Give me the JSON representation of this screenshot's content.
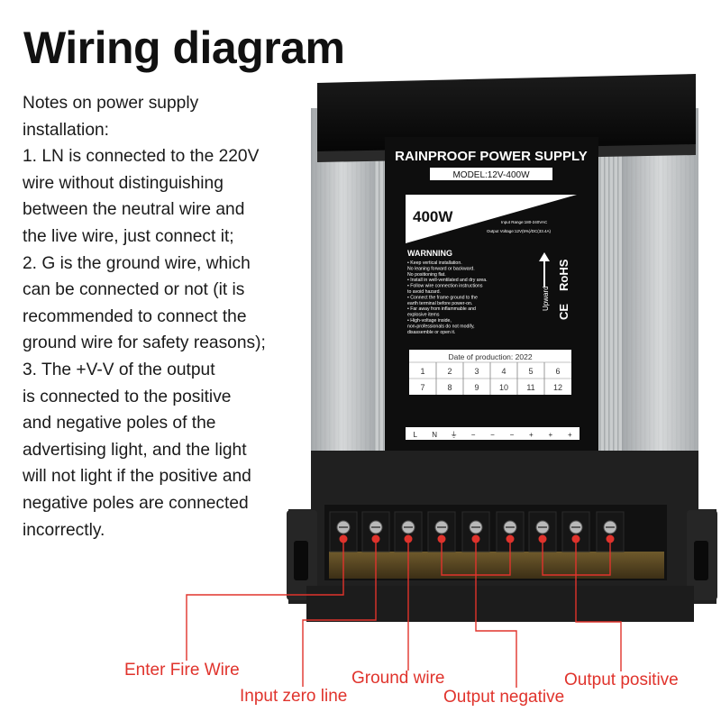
{
  "title": "Wiring diagram",
  "notes": [
    "Notes on power supply",
    "installation:",
    "1. LN is connected to the 220V",
    "wire without distinguishing",
    "between the neutral wire and",
    "the live wire, just connect it;",
    "2. G is the ground wire, which",
    "can be connected or not (it is",
    "recommended to connect the",
    "ground wire for safety reasons);",
    "3. The +V-V of the output",
    "is connected to the positive",
    "and negative poles of the",
    "advertising light, and the light",
    "will not light if the positive and",
    "negative poles are connected",
    "incorrectly."
  ],
  "device": {
    "heading": "RAINPROOF POWER SUPPLY",
    "model": "MODEL:12V-400W",
    "wattage": "400W",
    "input_range": "Input Range:180-240VAC",
    "output_voltage": "Output Voltage:12V(5%)/DC(33.4A)",
    "warning_title": "WARNNING",
    "warning_lines": [
      "• Keep vertical installation.",
      "  No leaning forward or backward.",
      "  No positioning flat.",
      "• Install in well-ventilated and dry area.",
      "• Follow wire connection instructions",
      "  to avoid hazard.",
      "• Connect the frame ground to the",
      "  earth terminal before power-on.",
      "• Far away from inflammable and",
      "  explosive items",
      "• High-voltage inside,",
      "  non-professionals do not modify,",
      "  disassemble or open it."
    ],
    "upward": "Upward",
    "rohs": "RoHS",
    "ce": "CE",
    "production_label": "Date of production: 2022",
    "months": [
      "1",
      "2",
      "3",
      "4",
      "5",
      "6",
      "7",
      "8",
      "9",
      "10",
      "11",
      "12"
    ],
    "terminals": [
      "L",
      "N",
      "⏚",
      "−",
      "−",
      "−",
      "+",
      "+",
      "+"
    ]
  },
  "labels": {
    "fire": "Enter Fire Wire",
    "zero": "Input zero line",
    "ground": "Ground wire",
    "outneg": "Output negative",
    "outpos": "Output positive"
  },
  "colors": {
    "callout": "#e0332c",
    "panel": "#0e0e0e",
    "housing": "#bfc2c4"
  }
}
